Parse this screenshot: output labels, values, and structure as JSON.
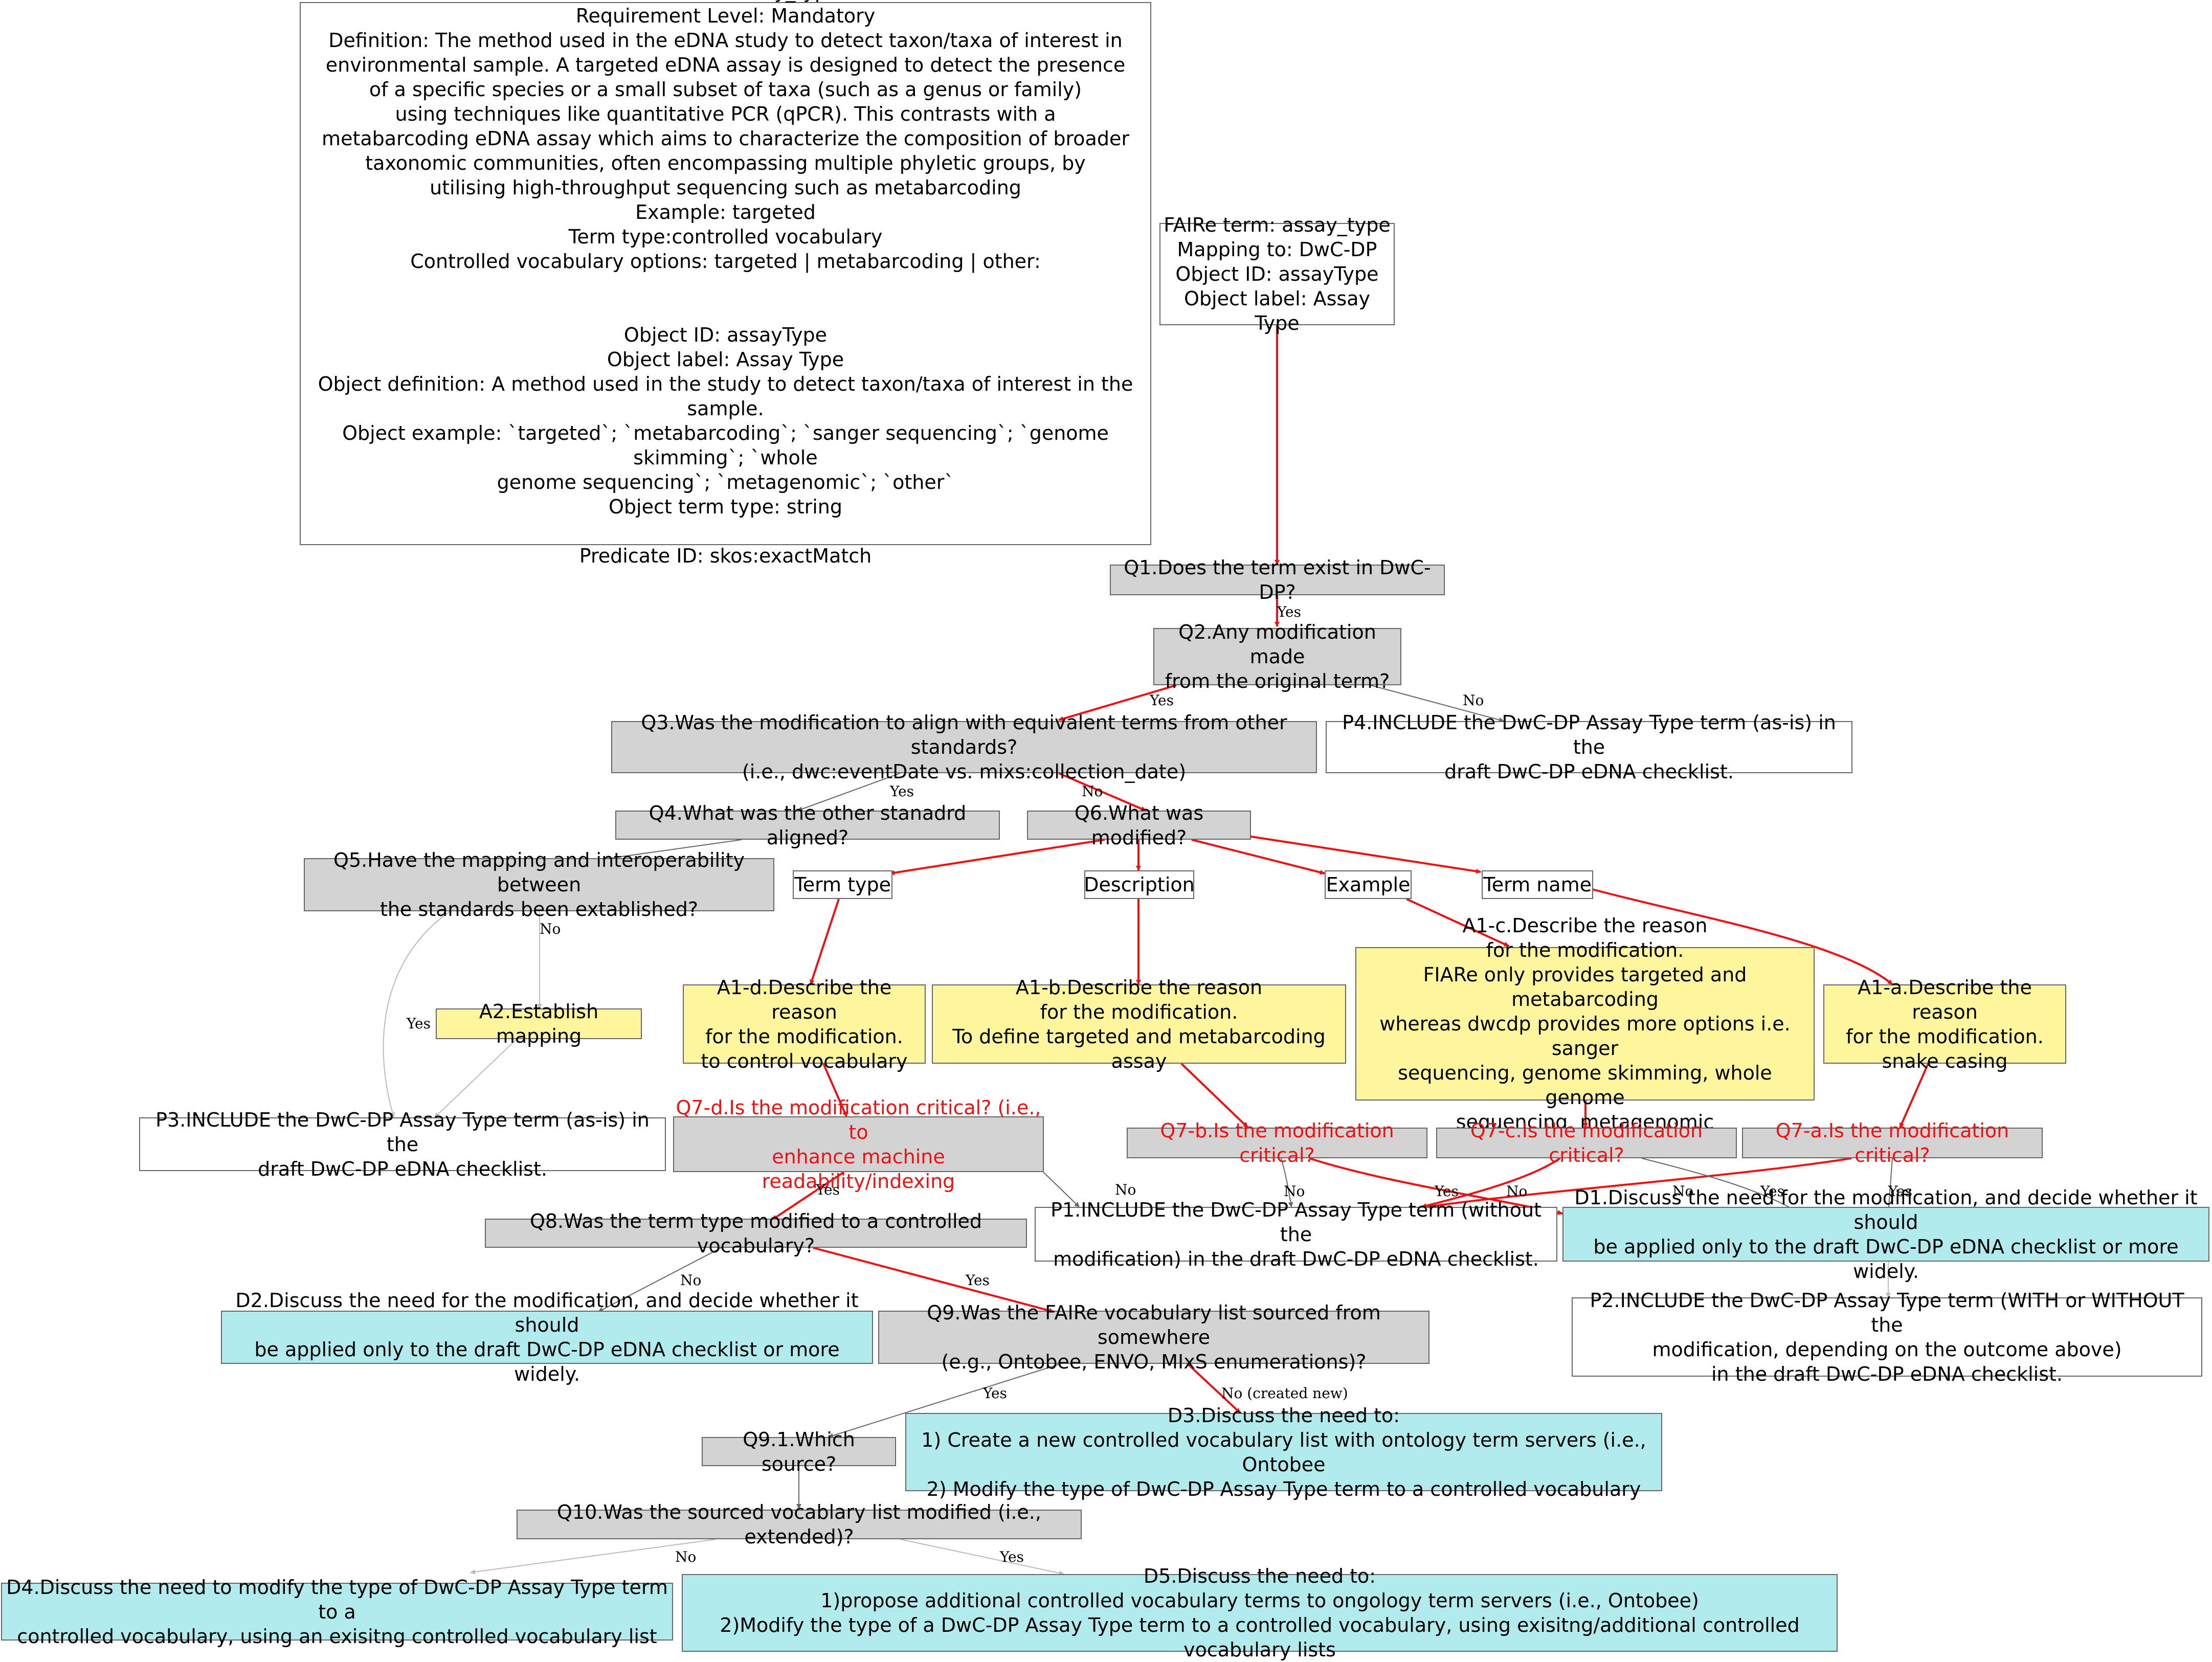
{
  "nodes": {
    "fairie_def": "FAIRe term: assay_type\nRequirement Level: Mandatory\nDefinition: The method used in the eDNA study to detect taxon/taxa of interest in\nenvironmental sample. A targeted eDNA assay is designed to detect the presence\nof a specific species or a small subset of taxa (such as a genus or family)\nusing techniques like quantitative PCR (qPCR). This contrasts with a\nmetabarcoding eDNA assay which aims to characterize the composition of broader\ntaxonomic communities, often encompassing multiple phyletic groups, by\nutilising high-throughput sequencing such as metabarcoding\nExample: targeted\nTerm type:controlled vocabulary\nControlled vocabulary options: targeted | metabarcoding | other:\n\n\nObject ID: assayType\nObject label: Assay Type\nObject definition: A method used in the study to detect taxon/taxa of interest in the sample.\nObject example: `targeted`; `metabarcoding`; `sanger sequencing`; `genome skimming`; `whole\ngenome sequencing`; `metagenomic`; `other`\nObject term type: string\n\nPredicate ID: skos:exactMatch",
    "mapping": "FAIRe term: assay_type\nMapping to: DwC-DP\nObject ID: assayType\nObject label: Assay Type",
    "q1": "Q1.Does the term exist in DwC-DP?",
    "q2": "Q2.Any modification made\nfrom the original term?",
    "q3": "Q3.Was the modification to align with equivalent terms from other standards?\n(i.e., dwc:eventDate vs. mixs:collection_date)",
    "p4": "P4.INCLUDE the DwC-DP Assay Type term (as-is) in the\ndraft DwC-DP eDNA checklist.",
    "q4": "Q4.What was the other stanadrd aligned?",
    "q6": "Q6.What was modified?",
    "q5": "Q5.Have the mapping and interoperability between\nthe standards been extablished?",
    "term_type": "Term type",
    "description": "Description",
    "example": "Example",
    "term_name": "Term name",
    "a1c": "A1-c.Describe the reason\nfor the modification.\nFIARe only provides targeted and metabarcoding\nwhereas dwcdp provides more options i.e. sanger\nsequencing, genome skimming, whole genome\nsequencing, metagenomic",
    "a1d": "A1-d.Describe the reason\nfor the modification.\nto control vocabulary",
    "a1b": "A1-b.Describe the reason\nfor the modification.\nTo define targeted and metabarcoding assay",
    "a1a": "A1-a.Describe the reason\nfor the modification.\nsnake casing",
    "a2": "A2.Establish mapping",
    "p3": "P3.INCLUDE the DwC-DP Assay Type term (as-is) in the\ndraft DwC-DP eDNA checklist.",
    "q7d": "Q7-d.Is the modification critical? (i.e., to\nenhance machine readability/indexing",
    "q7b": "Q7-b.Is the modification critical?",
    "q7c": "Q7-c.Is the modification critical?",
    "q7a": "Q7-a.Is the modification critical?",
    "q8": "Q8.Was the term type modified to a controlled vocabulary?",
    "p1": "P1.INCLUDE the DwC-DP Assay Type term (without the\nmodification) in the draft DwC-DP eDNA checklist.",
    "d1": "D1.Discuss the need for the modification, and decide whether it should\nbe applied only to the draft DwC-DP eDNA checklist or more widely.",
    "d2": "D2.Discuss the need for the modification, and decide whether it should\nbe applied only to the draft DwC-DP eDNA checklist or more widely.",
    "q9": "Q9.Was the FAIRe vocabulary list sourced from somewhere\n(e.g., Ontobee, ENVO, MIxS enumerations)?",
    "p2": "P2.INCLUDE the DwC-DP Assay Type term (WITH or WITHOUT the\nmodification, depending on the outcome above)\nin the draft DwC-DP eDNA checklist.",
    "q91": "Q9.1.Which source?",
    "d3": "D3.Discuss the need to:\n1) Create a new controlled vocabulary list with ontology term servers (i.e., Ontobee\n2) Modify the type of DwC-DP Assay Type term to a controlled vocabulary",
    "q10": "Q10.Was the sourced vocablary list modified (i.e., extended)?",
    "d4": "D4.Discuss the need to modify the type of DwC-DP Assay Type term to a\ncontrolled vocabulary, using an exisitng controlled vocabulary list",
    "d5": "D5.Discuss the need to:\n1)propose additional controlled vocabulary terms to ongology term servers (i.e., Ontobee)\n2)Modify the type of a DwC-DP Assay Type term to a controlled vocabulary, using exisitng/additional controlled vocabulary lists"
  },
  "edge_labels": {
    "yes": "Yes",
    "no": "No",
    "no_created_new": "No (created new)"
  },
  "colors": {
    "path_highlight": "#ee1111",
    "edge_default": "#666666",
    "edge_light": "#bbbbbb",
    "gray_fill": "#d3d3d3",
    "yellow_fill": "#fff59d",
    "cyan_fill": "#b2ebee"
  }
}
